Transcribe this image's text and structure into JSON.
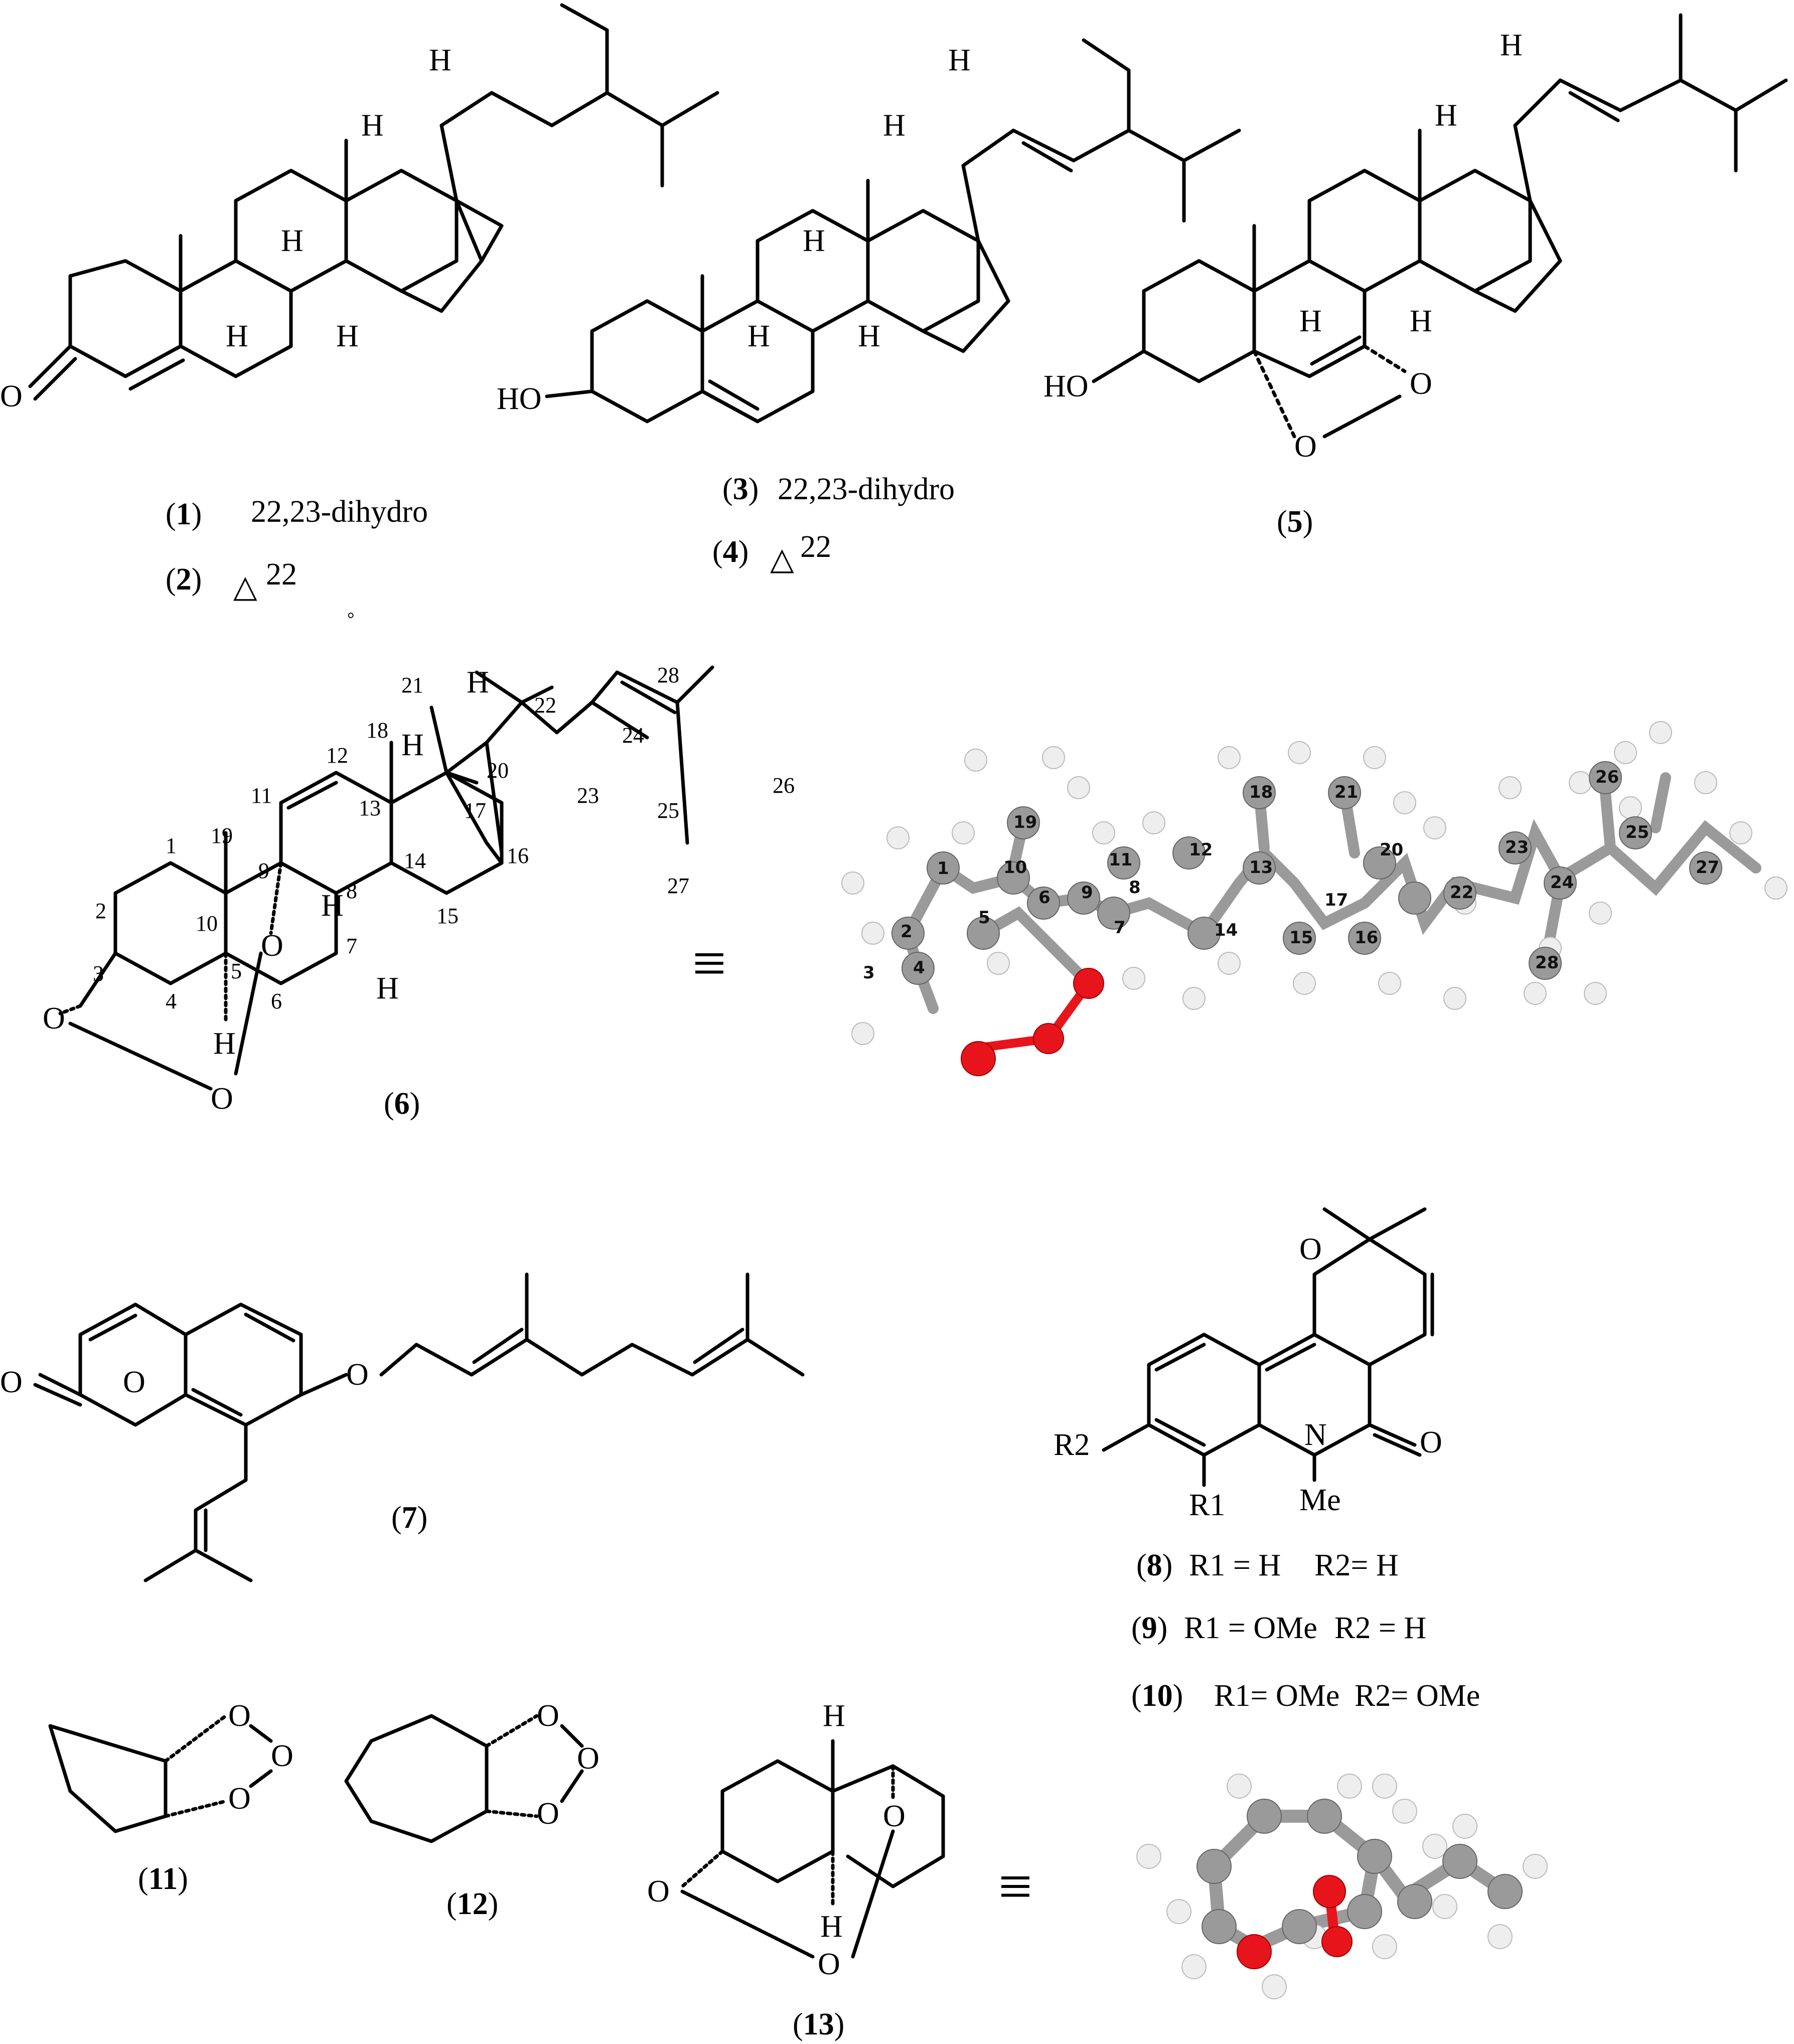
{
  "compounds": {
    "c1": {
      "id": "1",
      "note": "22,23-dihydro"
    },
    "c2": {
      "id": "2",
      "note": "22"
    },
    "c3": {
      "id": "3",
      "note": "22,23-dihydro"
    },
    "c4": {
      "id": "4",
      "note": "22"
    },
    "c5": {
      "id": "5"
    },
    "c6": {
      "id": "6"
    },
    "c7": {
      "id": "7"
    },
    "c8": {
      "id": "8",
      "r1": "R1 = H",
      "r2": "R2= H"
    },
    "c9": {
      "id": "9",
      "r1": "R1 = OMe",
      "r2": "R2 = H"
    },
    "c10": {
      "id": "10",
      "r1": "R1= OMe",
      "r2": "R2= OMe"
    },
    "c11": {
      "id": "11"
    },
    "c12": {
      "id": "12"
    },
    "c13": {
      "id": "13"
    }
  },
  "atoms": {
    "H": "H",
    "O": "O",
    "HO": "HO",
    "N": "N",
    "Me": "Me",
    "R1": "R1",
    "R2": "R2"
  },
  "numbering_6": [
    "1",
    "2",
    "3",
    "4",
    "5",
    "6",
    "7",
    "8",
    "9",
    "10",
    "11",
    "12",
    "13",
    "14",
    "15",
    "16",
    "17",
    "18",
    "19",
    "20",
    "21",
    "22",
    "23",
    "24",
    "25",
    "26",
    "27",
    "28"
  ],
  "ball_model_labels": [
    "1",
    "2",
    "3",
    "4",
    "5",
    "6",
    "7",
    "8",
    "9",
    "10",
    "11",
    "12",
    "13",
    "14",
    "15",
    "16",
    "17",
    "18",
    "19",
    "20",
    "21",
    "22",
    "23",
    "24",
    "25",
    "26",
    "27",
    "28"
  ],
  "equivalence_symbol": "≡",
  "delta_symbol": "△",
  "degree_mark": "°",
  "colors": {
    "carbon": "#9a9a9a",
    "hydrogen": "#eeeeee",
    "oxygen": "#e8141c",
    "ink": "#000000"
  }
}
